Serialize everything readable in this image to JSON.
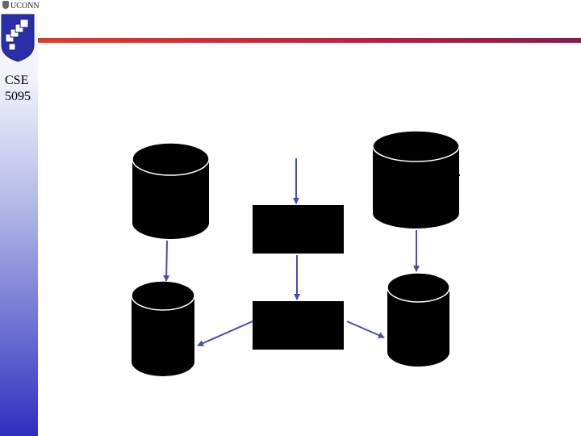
{
  "header": {
    "university": "UCONN"
  },
  "sidebar": {
    "course_line1": "CSE",
    "course_line2": "5095"
  },
  "colors": {
    "accent_line": "#c0203f",
    "sidebar_bottom": "#2f2fc0",
    "arrow": "#4b4bb0",
    "shape_fill": "#000000"
  },
  "diagram": {
    "nodes": [
      {
        "id": "db-top-left",
        "kind": "cylinder"
      },
      {
        "id": "db-top-right",
        "kind": "cylinder"
      },
      {
        "id": "box-top",
        "kind": "rectangle"
      },
      {
        "id": "box-bottom",
        "kind": "rectangle"
      },
      {
        "id": "db-bottom-left",
        "kind": "cylinder"
      },
      {
        "id": "db-bottom-right",
        "kind": "cylinder"
      }
    ],
    "edges": [
      {
        "from": "external",
        "to": "box-top"
      },
      {
        "from": "box-top",
        "to": "box-bottom"
      },
      {
        "from": "db-top-left",
        "to": "db-bottom-left"
      },
      {
        "from": "db-top-right",
        "to": "db-bottom-right"
      },
      {
        "from": "box-bottom",
        "to": "db-bottom-left"
      },
      {
        "from": "box-bottom",
        "to": "db-bottom-right"
      }
    ]
  }
}
